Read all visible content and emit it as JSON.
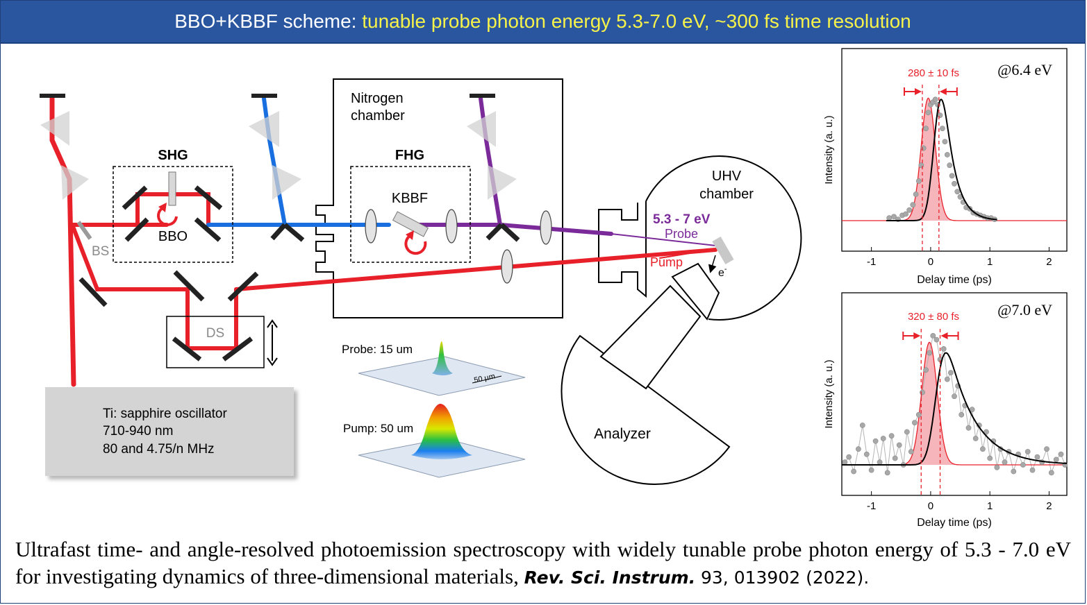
{
  "banner": {
    "prefix": "BBO+KBBF scheme:",
    "highlight": "tunable probe photon energy 5.3-7.0 eV,  ~300 fs time resolution"
  },
  "setup": {
    "nitrogen_chamber": [
      "Nitrogen",
      "chamber"
    ],
    "shg": "SHG",
    "fhg": "FHG",
    "bbo": "BBO",
    "kbbf": "KBBF",
    "bs": "BS",
    "ds": "DS",
    "uhv_chamber": [
      "UHV",
      "chamber"
    ],
    "probe_energy": "5.3 - 7 eV",
    "probe": "Probe",
    "pump": "Pump",
    "electron": "e",
    "electron_sup": "-",
    "analyzer": "Analyzer",
    "oscillator": [
      "Ti: sapphire oscillator",
      "710-940 nm",
      "80 and 4.75/n MHz"
    ],
    "probe_spot": "Probe: 15 um",
    "pump_spot": "Pump: 50 um",
    "scale": "50 µm"
  },
  "colors": {
    "red": "#e8202a",
    "blue": "#1a6fe0",
    "purple": "#7b2a9a",
    "banner": "#2a56a0",
    "highlight": "#f6f24a"
  },
  "chart_data": [
    {
      "type": "scatter",
      "label": "@6.4 eV",
      "width_label": "280 ± 10 fs",
      "xlabel": "Delay time (ps)",
      "ylabel": "Intensity (a. u.)",
      "xticks": [
        "-1",
        "0",
        "1",
        "2"
      ],
      "xlim": [
        -1.5,
        2.3
      ],
      "ylim": [
        0,
        1.15
      ],
      "markers_ps": [
        -0.14,
        0.14
      ],
      "gauss": {
        "center": -0.04,
        "sigma": 0.12,
        "amp": 0.93
      },
      "fit": {
        "center": 0.08,
        "sigma": 0.1,
        "tau": 0.18,
        "amp": 0.92
      },
      "points": [
        [
          -0.7,
          0.02
        ],
        [
          -0.62,
          0.03
        ],
        [
          -0.55,
          0.01
        ],
        [
          -0.48,
          0.04
        ],
        [
          -0.42,
          0.05
        ],
        [
          -0.36,
          0.08
        ],
        [
          -0.3,
          0.12
        ],
        [
          -0.25,
          0.2
        ],
        [
          -0.2,
          0.3
        ],
        [
          -0.16,
          0.42
        ],
        [
          -0.12,
          0.55
        ],
        [
          -0.08,
          0.7
        ],
        [
          -0.04,
          0.82
        ],
        [
          0.0,
          0.88
        ],
        [
          0.04,
          0.9
        ],
        [
          0.08,
          0.92
        ],
        [
          0.12,
          0.88
        ],
        [
          0.16,
          0.8
        ],
        [
          0.2,
          0.7
        ],
        [
          0.24,
          0.6
        ],
        [
          0.28,
          0.5
        ],
        [
          0.32,
          0.42
        ],
        [
          0.36,
          0.34
        ],
        [
          0.4,
          0.28
        ],
        [
          0.45,
          0.22
        ],
        [
          0.5,
          0.18
        ],
        [
          0.55,
          0.14
        ],
        [
          0.6,
          0.1
        ],
        [
          0.66,
          0.09
        ],
        [
          0.72,
          0.06
        ],
        [
          0.78,
          0.05
        ],
        [
          0.84,
          0.04
        ],
        [
          0.9,
          0.03
        ],
        [
          0.96,
          0.02
        ],
        [
          1.02,
          0.02
        ],
        [
          1.08,
          0.01
        ]
      ]
    },
    {
      "type": "scatter",
      "label": "@7.0 eV",
      "width_label": "320 ± 80 fs",
      "xlabel": "Delay time (ps)",
      "ylabel": "Intensity (a. u.)",
      "xticks": [
        "-1",
        "0",
        "1",
        "2"
      ],
      "xlim": [
        -1.5,
        2.3
      ],
      "ylim": [
        0,
        1.15
      ],
      "markers_ps": [
        -0.16,
        0.16
      ],
      "gauss": {
        "center": -0.02,
        "sigma": 0.13,
        "amp": 0.93
      },
      "fit": {
        "center": 0.1,
        "sigma": 0.12,
        "tau": 0.45,
        "amp": 0.85
      },
      "points": [
        [
          -1.45,
          0.02
        ],
        [
          -1.38,
          0.06
        ],
        [
          -1.3,
          -0.05
        ],
        [
          -1.22,
          0.12
        ],
        [
          -1.15,
          0.3
        ],
        [
          -1.08,
          0.08
        ],
        [
          -1.0,
          -0.04
        ],
        [
          -0.93,
          0.18
        ],
        [
          -0.86,
          0.02
        ],
        [
          -0.8,
          0.2
        ],
        [
          -0.73,
          -0.06
        ],
        [
          -0.66,
          0.22
        ],
        [
          -0.6,
          0.05
        ],
        [
          -0.53,
          0.15
        ],
        [
          -0.46,
          0.0
        ],
        [
          -0.4,
          0.25
        ],
        [
          -0.33,
          0.1
        ],
        [
          -0.27,
          0.32
        ],
        [
          -0.2,
          0.38
        ],
        [
          -0.14,
          0.55
        ],
        [
          -0.08,
          0.72
        ],
        [
          -0.02,
          0.85
        ],
        [
          0.04,
          0.98
        ],
        [
          0.1,
          0.95
        ],
        [
          0.16,
          0.8
        ],
        [
          0.22,
          0.88
        ],
        [
          0.28,
          0.65
        ],
        [
          0.34,
          0.7
        ],
        [
          0.4,
          0.52
        ],
        [
          0.46,
          0.6
        ],
        [
          0.52,
          0.38
        ],
        [
          0.58,
          0.45
        ],
        [
          0.64,
          0.28
        ],
        [
          0.7,
          0.42
        ],
        [
          0.76,
          0.2
        ],
        [
          0.82,
          0.3
        ],
        [
          0.88,
          0.12
        ],
        [
          0.94,
          0.25
        ],
        [
          1.0,
          0.05
        ],
        [
          1.06,
          0.18
        ],
        [
          1.12,
          -0.02
        ],
        [
          1.18,
          0.12
        ],
        [
          1.25,
          0.02
        ],
        [
          1.32,
          0.1
        ],
        [
          1.4,
          -0.05
        ],
        [
          1.48,
          0.08
        ],
        [
          1.56,
          0.0
        ],
        [
          1.64,
          0.1
        ],
        [
          1.72,
          -0.04
        ],
        [
          1.8,
          0.06
        ],
        [
          1.88,
          0.02
        ],
        [
          1.96,
          0.12
        ],
        [
          2.04,
          -0.06
        ],
        [
          2.12,
          0.04
        ],
        [
          2.2,
          0.08
        ],
        [
          2.27,
          0.0
        ]
      ]
    }
  ],
  "caption": {
    "text": "Ultrafast time- and angle-resolved photoemission spectroscopy with widely tunable probe photon energy of 5.3 - 7.0 eV for investigating dynamics of three-dimensional materials,",
    "journal": "Rev. Sci. Instrum.",
    "ref": "93, 013902 (2022)."
  }
}
